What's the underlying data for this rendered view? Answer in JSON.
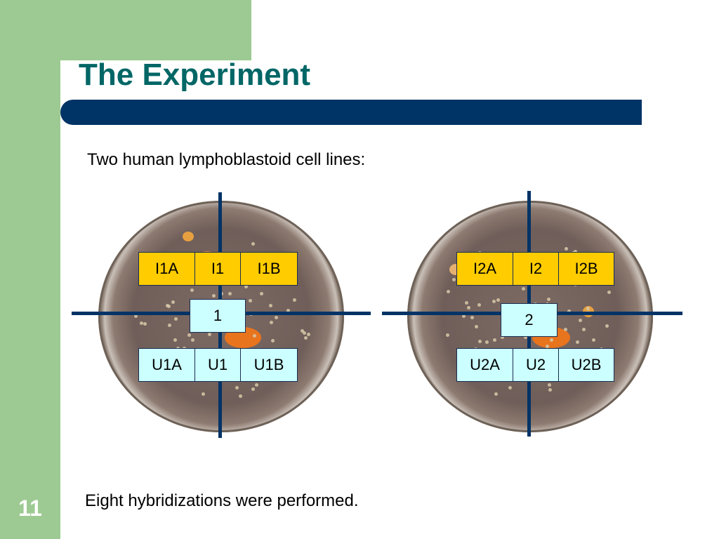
{
  "slide": {
    "title": "The Experiment",
    "subtitle": "Two human lymphoblastoid cell lines:",
    "footer": "Eight hybridizations were performed.",
    "page_number": "11"
  },
  "dish1": {
    "top_labels": [
      "I1A",
      "I1",
      "I1B"
    ],
    "center_label": "1",
    "bottom_labels": [
      "U1A",
      "U1",
      "U1B"
    ]
  },
  "dish2": {
    "top_labels": [
      "I2A",
      "I2",
      "I2B"
    ],
    "center_label": "2",
    "bottom_labels": [
      "U2A",
      "U2",
      "U2B"
    ]
  },
  "colors": {
    "green": "#9dca93",
    "title_teal": "#006666",
    "navy": "#003366",
    "yellow": "#ffcc00",
    "cyan": "#ccffff"
  }
}
